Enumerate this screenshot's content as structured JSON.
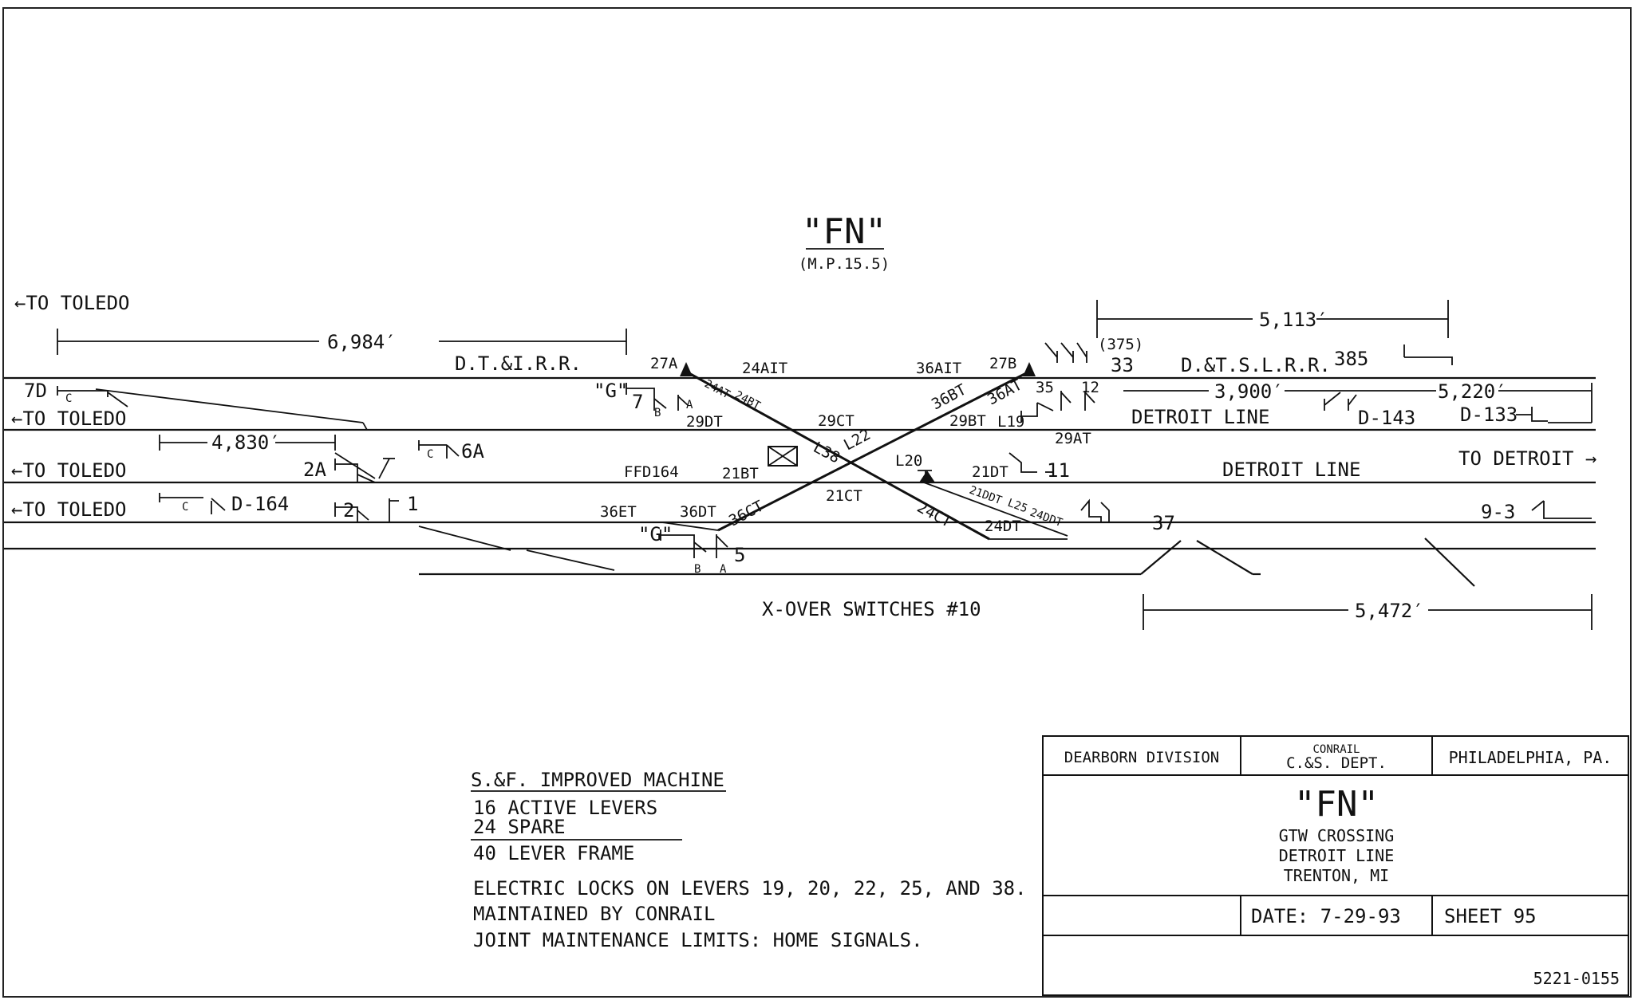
{
  "title": {
    "name": "\"FN\"",
    "milepost": "(M.P.15.5)"
  },
  "directions": {
    "to_toledo_top": "←TO TOLEDO",
    "to_toledo_2": "←TO TOLEDO",
    "to_toledo_3": "←TO TOLEDO",
    "to_toledo_4": "←TO TOLEDO",
    "to_detroit": "TO DETROIT →"
  },
  "dimensions": {
    "d6984": "6,984′",
    "d4830": "4,830′",
    "d5113": "5,113′",
    "d3900": "3,900′",
    "d5220": "5,220′",
    "d5472": "5,472′"
  },
  "railroads": {
    "dtirr": "D.T.&I.R.R.",
    "dtslrr": "D.&T.S.L.R.R.",
    "detroit_line_1": "DETROIT LINE",
    "detroit_line_2": "DETROIT LINE",
    "xover": "X-OVER SWITCHES #10"
  },
  "labels": {
    "l7d": "7D",
    "l2a": "2A",
    "l2": "2",
    "l1": "1",
    "l6a": "6A",
    "ld164": "D-164",
    "g1": "\"G\"",
    "g2": "\"G\"",
    "l7": "7",
    "l5": "5",
    "l27a": "27A",
    "l27b": "27B",
    "l24ait": "24AIT",
    "l36ait": "36AIT",
    "l375": "(375)",
    "l33": "33",
    "l385": "385",
    "l35": "35",
    "l12": "12",
    "ld143": "D-143",
    "ld133": "D-133",
    "l93": "9-3",
    "l29dt": "29DT",
    "l29ct": "29CT",
    "l29bt": "29BT",
    "l19": "L19",
    "l29at": "29AT",
    "l38": "L38",
    "l22": "L22",
    "l20": "L20",
    "l21dt": "21DT",
    "l11": "11",
    "lffd164": "FFD164",
    "l21bt": "21BT",
    "l21ct": "21CT",
    "l36et": "36ET",
    "l36dt": "36DT",
    "l36ct": "36CT",
    "l24at": "24AT",
    "l24bt": "24BT",
    "l36bt": "36BT",
    "l36at": "36AT",
    "l24ct": "24CT",
    "l24dt": "24DT",
    "l21dt2": "21DDT",
    "l25": "L25",
    "l24dt2": "24DDT",
    "l37": "37",
    "b": "B",
    "a": "A",
    "c": "C"
  },
  "notes": {
    "machine": "S.&F. IMPROVED MACHINE",
    "active": "16  ACTIVE LEVERS",
    "spare": "24  SPARE",
    "frame": "40  LEVER FRAME",
    "locks": "ELECTRIC LOCKS ON LEVERS 19, 20, 22, 25, AND 38.",
    "maintained": "MAINTAINED BY CONRAIL",
    "joint": "JOINT MAINTENANCE LIMITS: HOME SIGNALS."
  },
  "title_block": {
    "division": "DEARBORN DIVISION",
    "conrail": "CONRAIL",
    "dept": "C.&S. DEPT.",
    "city": "PHILADELPHIA, PA.",
    "name": "\"FN\"",
    "line1": "GTW CROSSING",
    "line2": "DETROIT LINE",
    "line3": "TRENTON, MI",
    "date": "DATE: 7-29-93",
    "sheet": "SHEET    95",
    "drawing_no": "5221-0155"
  }
}
